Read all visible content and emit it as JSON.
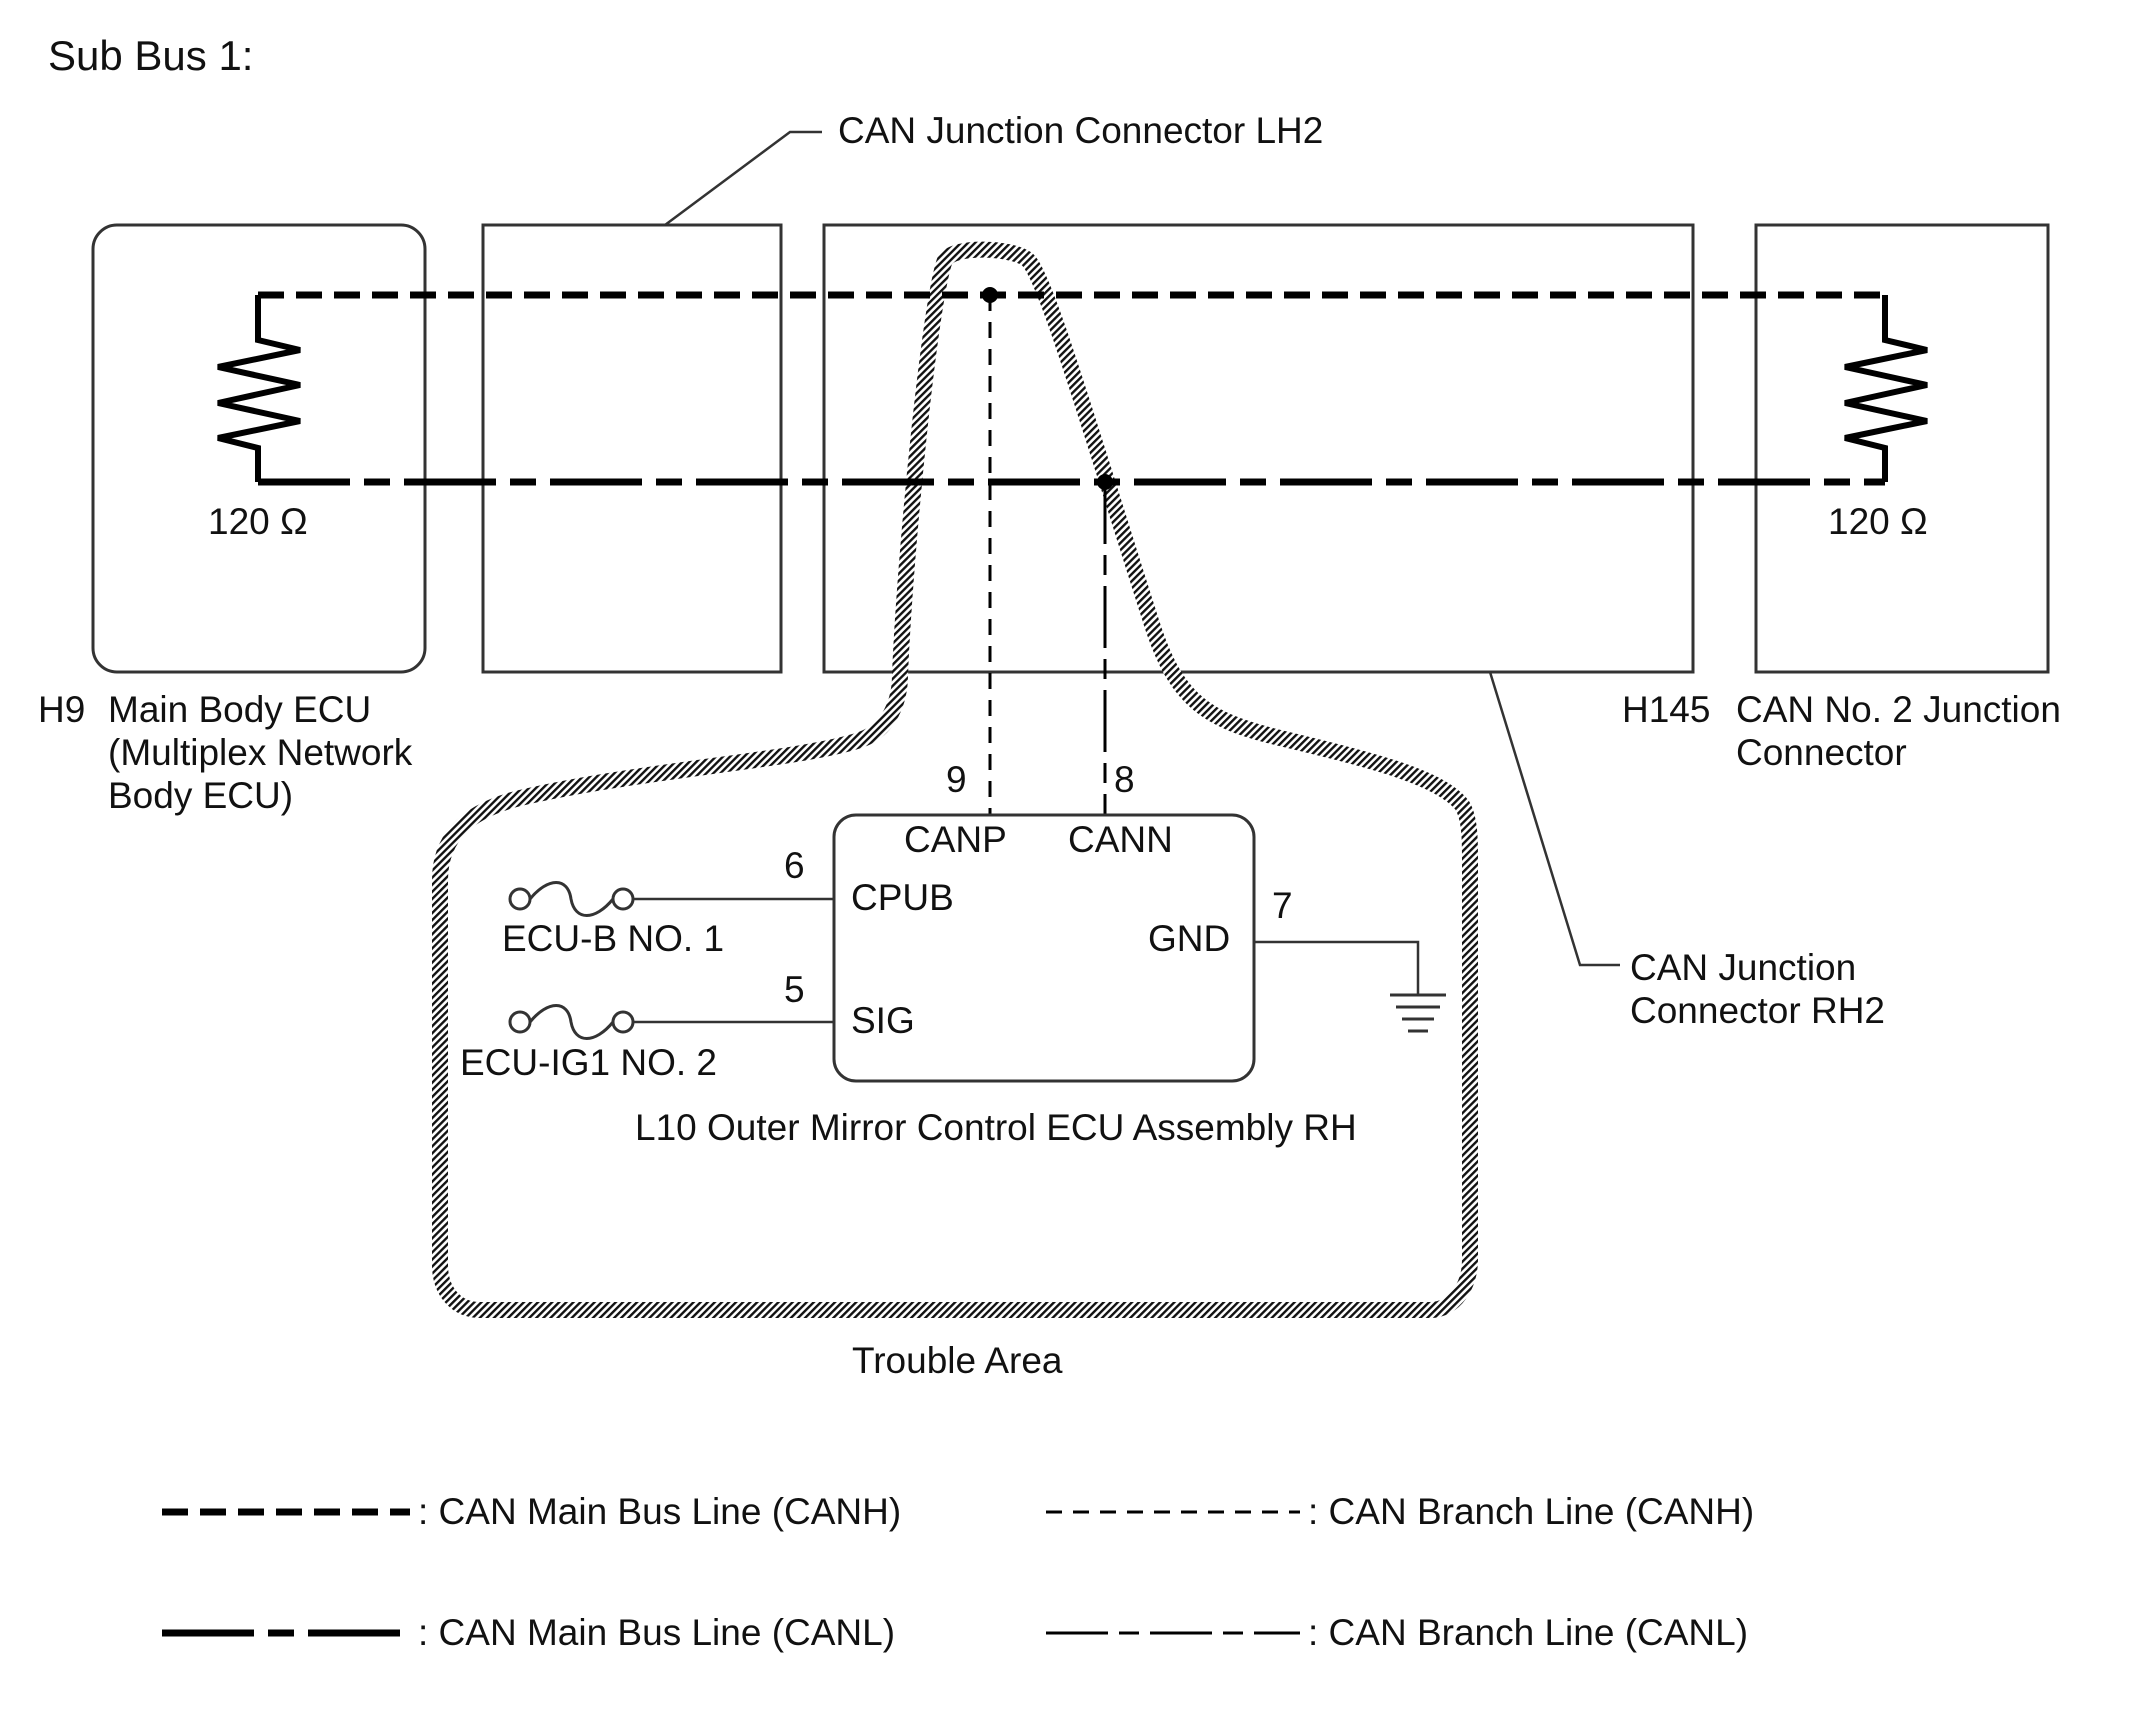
{
  "title": "Sub Bus 1:",
  "components": {
    "main_body_ecu": {
      "code": "H9",
      "name_lines": [
        "Main Body ECU",
        "(Multiplex Network",
        "Body ECU)"
      ],
      "resistor": "120 Ω"
    },
    "junction_connector_lh2": {
      "label": "CAN Junction Connector LH2"
    },
    "can_no2_junction": {
      "code": "H145",
      "name_lines": [
        "CAN No. 2 Junction",
        "Connector"
      ],
      "resistor": "120 Ω"
    },
    "junction_connector_rh2": {
      "label_lines": [
        "CAN Junction",
        "Connector RH2"
      ]
    },
    "outer_mirror_ecu": {
      "label": "L10  Outer Mirror Control ECU Assembly RH",
      "pins": {
        "canp": {
          "num": "9",
          "name": "CANP"
        },
        "cann": {
          "num": "8",
          "name": "CANN"
        },
        "cpub": {
          "num": "6",
          "name": "CPUB"
        },
        "sig": {
          "num": "5",
          "name": "SIG"
        },
        "gnd": {
          "num": "7",
          "name": "GND"
        }
      }
    },
    "fuses": {
      "ecu_b": "ECU-B NO. 1",
      "ecu_ig1": "ECU-IG1 NO. 2"
    }
  },
  "trouble_area": "Trouble Area",
  "legend": {
    "main_h": ": CAN Main Bus Line (CANH)",
    "main_l": ": CAN Main Bus Line (CANL)",
    "branch_h": ": CAN Branch Line (CANH)",
    "branch_l": ": CAN Branch Line (CANL)"
  }
}
